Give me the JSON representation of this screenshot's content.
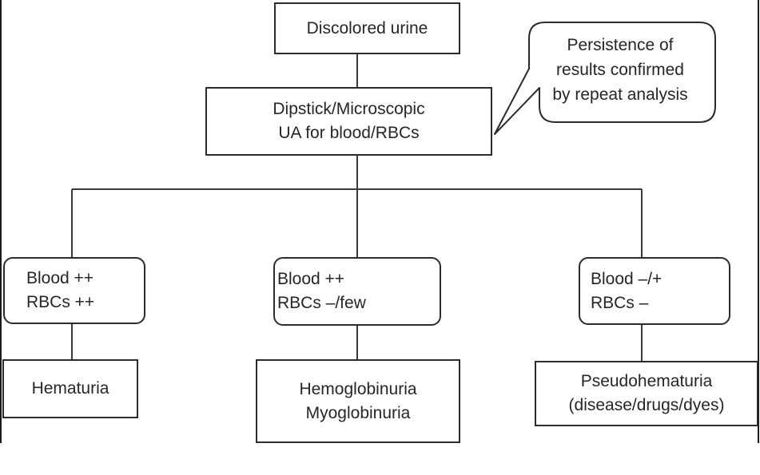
{
  "diagram": {
    "root": "Discolored urine",
    "test": {
      "line1": "Dipstick/Microscopic",
      "line2": "UA for blood/RBCs"
    },
    "callout": {
      "line1": "Persistence of",
      "line2": "results confirmed",
      "line3": "by repeat analysis"
    },
    "findings": [
      {
        "blood": "Blood ++",
        "rbcs": "RBCs ++"
      },
      {
        "blood": "Blood ++",
        "rbcs": "RBCs –/few"
      },
      {
        "blood": "Blood –/+",
        "rbcs": "RBCs –"
      }
    ],
    "diagnoses": [
      {
        "line1": "Hematuria"
      },
      {
        "line1": "Hemoglobinuria",
        "line2": "Myoglobinuria"
      },
      {
        "line1": "Pseudohematuria",
        "line2": "(disease/drugs/dyes)"
      }
    ]
  }
}
